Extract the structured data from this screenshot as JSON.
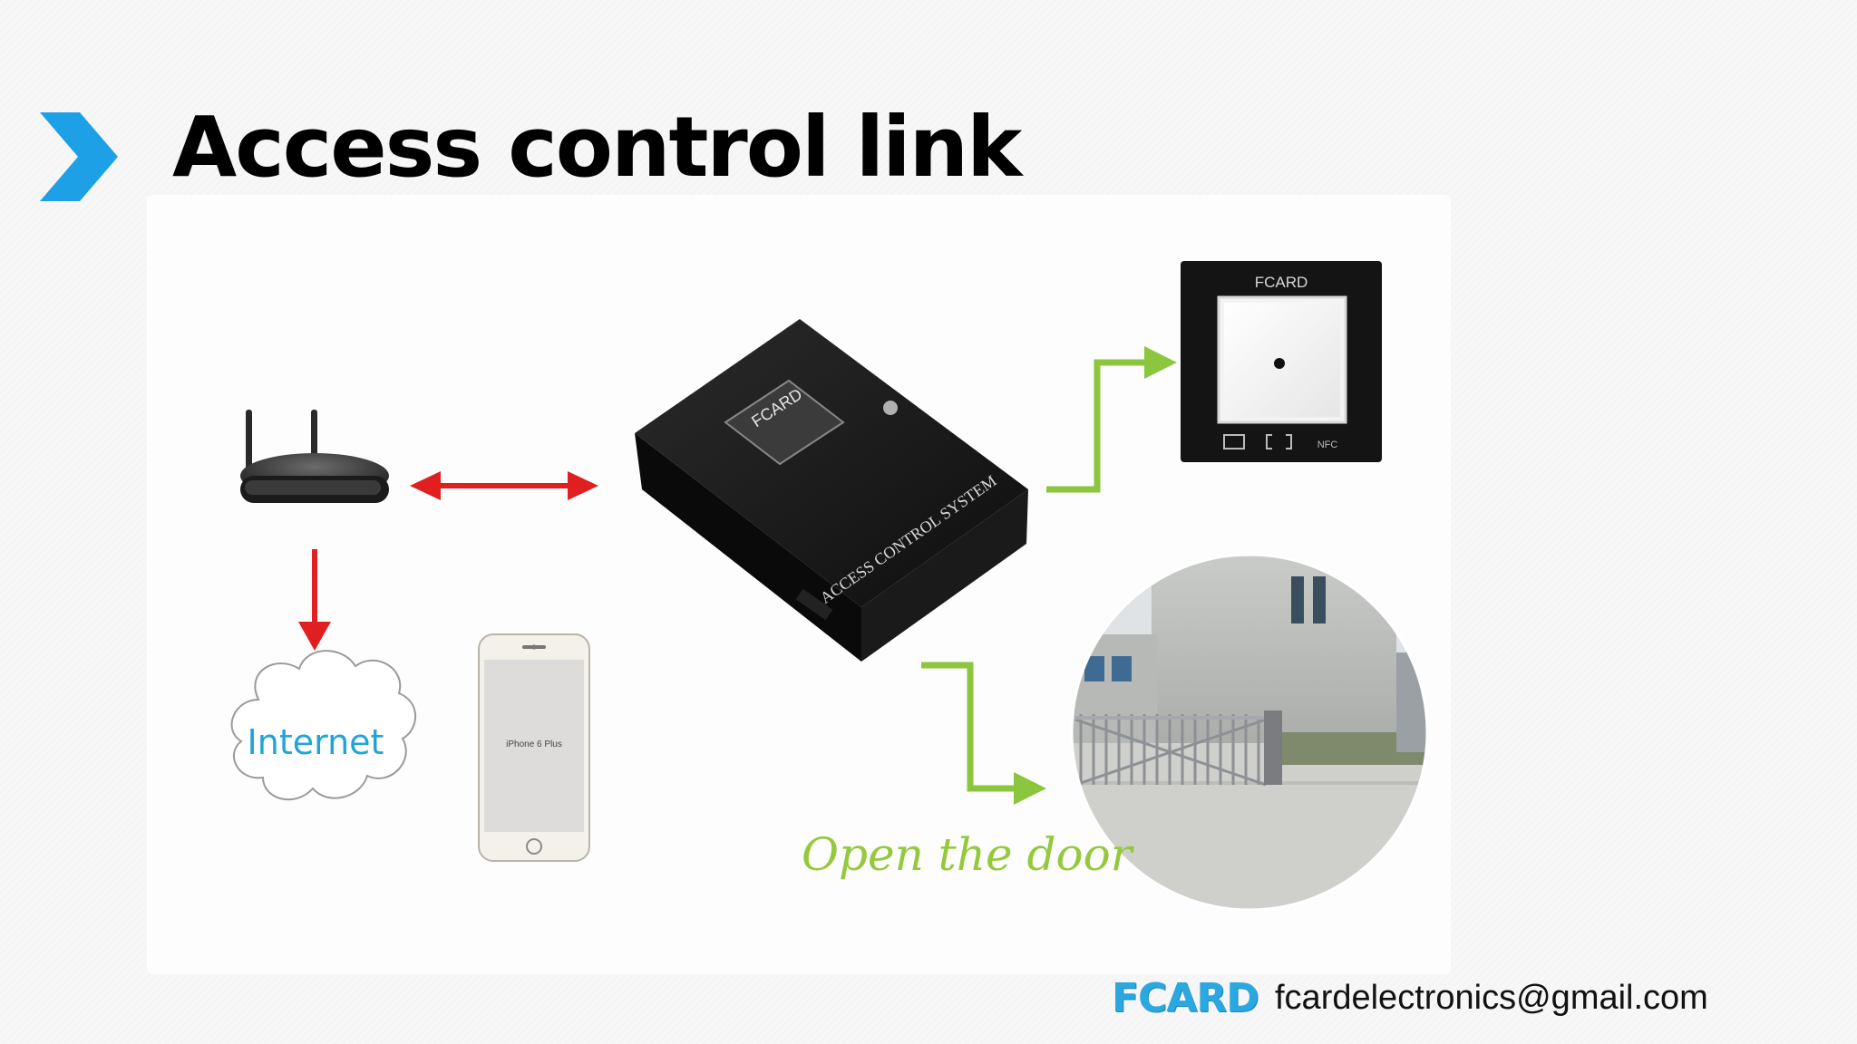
{
  "slide": {
    "title": "Access control link"
  },
  "diagram": {
    "internet_label": "Internet",
    "phone_label": "iPhone 6 Plus",
    "controller_brand": "FCARD",
    "controller_name": "ACCESS CONTROL SYSTEM",
    "reader_brand": "FCARD",
    "reader_nfc_label": "NFC",
    "action_label": "Open the door"
  },
  "footer": {
    "logo_text": "FCARD",
    "email": "fcardelectronics@gmail.com"
  },
  "colors": {
    "accent_blue": "#1ea0e6",
    "link_red": "#e02020",
    "flow_green": "#8cc63f",
    "device_black": "#141414"
  },
  "icons": [
    "chevron-right-icon",
    "router-icon",
    "cloud-icon",
    "smartphone-icon",
    "controller-box-icon",
    "card-reader-icon",
    "gate-photo"
  ]
}
